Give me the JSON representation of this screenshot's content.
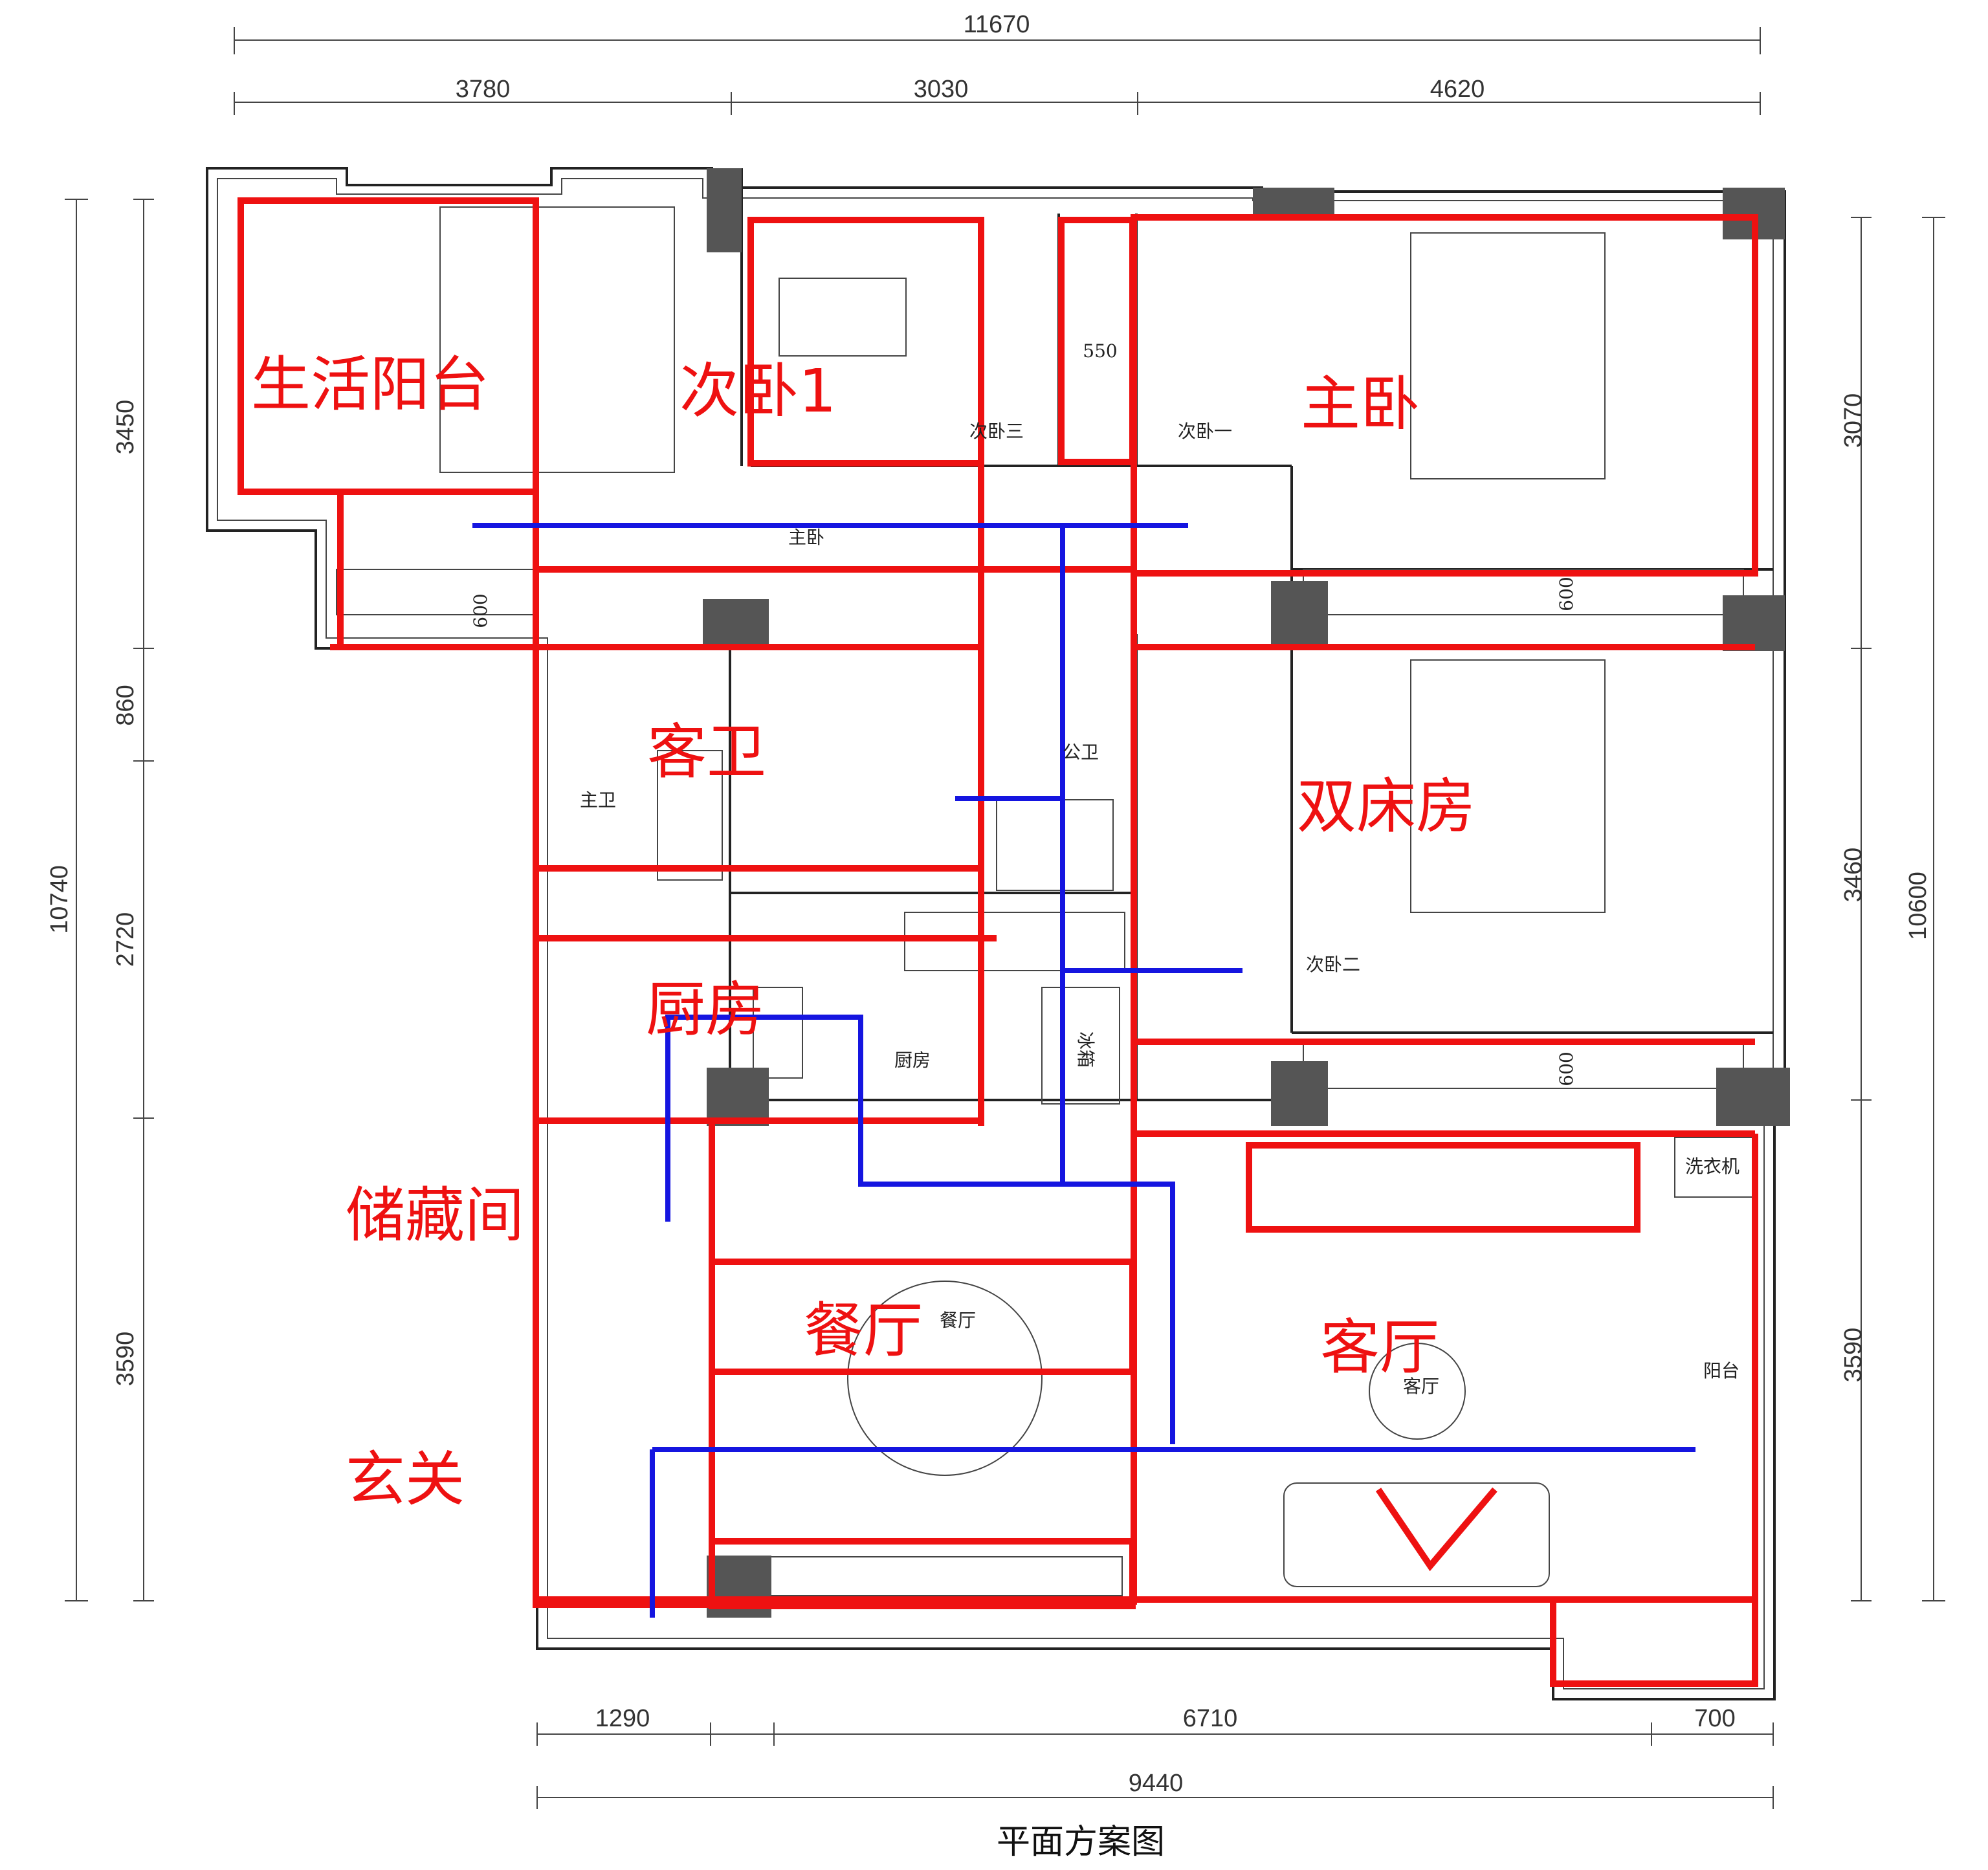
{
  "title": "平面方案图",
  "colors": {
    "annotation_red": "#ee1111",
    "annotation_blue": "#1515e0",
    "wall": "#222222",
    "pillar": "#555555"
  },
  "dimensions": {
    "top_overall": "11670",
    "top_segments": [
      "3780",
      "3030",
      "4620"
    ],
    "left_overall": "10740",
    "left_segments": [
      "3450",
      "860",
      "2720",
      "3590"
    ],
    "right_overall": "10600",
    "right_segments": [
      "3070",
      "3460",
      "3590"
    ],
    "bottom_segments": [
      "1290",
      "6710",
      "700"
    ],
    "bottom_overall": "9440",
    "wardrobe_depths": [
      "600",
      "600",
      "600",
      "550"
    ]
  },
  "rooms_annotated": {
    "living_balcony": "生活阳台",
    "second_bedroom_1": "次卧1",
    "master_bedroom": "主卧",
    "guest_bath": "客卫",
    "twin_room": "双床房",
    "kitchen": "厨房",
    "storage": "储藏间",
    "dining": "餐厅",
    "living": "客厅",
    "entrance": "玄关"
  },
  "rooms_original": {
    "second_bedroom_3": "次卧三",
    "second_bedroom_one": "次卧一",
    "master": "主卧",
    "master_bath": "主卫",
    "public_bath": "公卫",
    "second_bedroom_two": "次卧二",
    "kitchen": "厨房",
    "dining": "餐厅",
    "living": "客厅",
    "balcony": "阳台",
    "appliance": "冰箱",
    "washer": "洗衣机"
  }
}
